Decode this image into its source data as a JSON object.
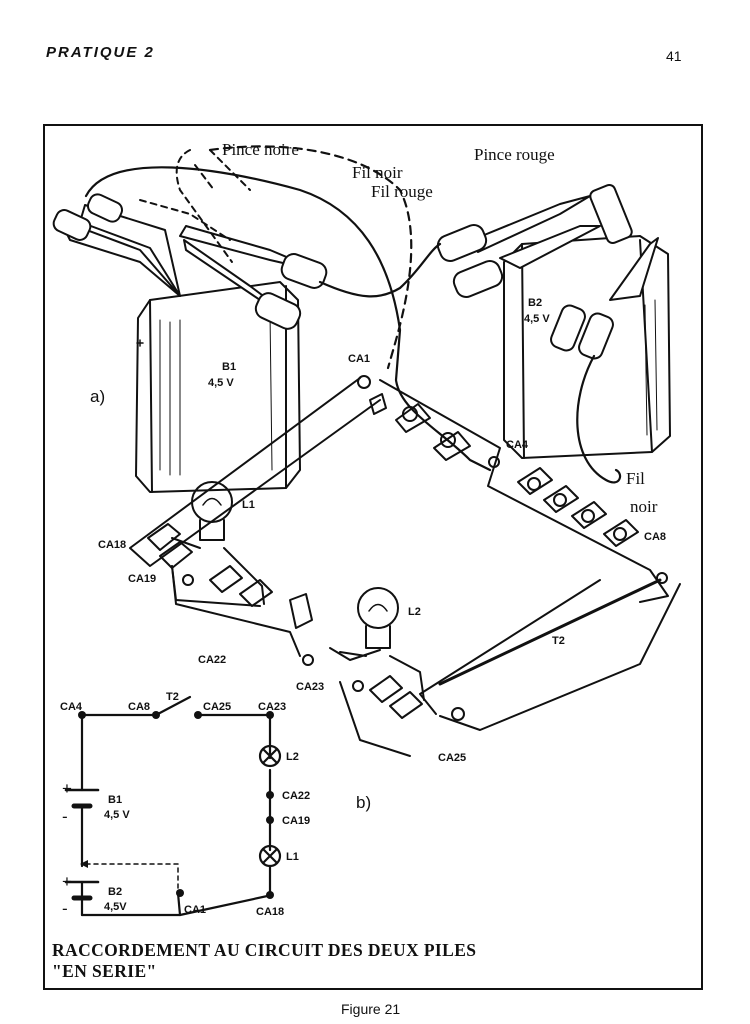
{
  "header": {
    "section": "PRATIQUE 2",
    "page_number": "41"
  },
  "figure_a": {
    "panel_label": "a)",
    "clip_black": "Pince noire",
    "wire_black_top": "Fil noir",
    "wire_red": "Fil rouge",
    "clip_red": "Pince rouge",
    "wire_black_right_1": "Fil",
    "wire_black_right_2": "noir",
    "battery_b1_name": "B1",
    "battery_b1_voltage": "4,5 V",
    "battery_b2_name": "B2",
    "battery_b2_voltage": "4,5 V",
    "terminals": {
      "ca1": "CA1",
      "ca4": "CA4",
      "ca8": "CA8",
      "ca18": "CA18",
      "ca19": "CA19",
      "ca22": "CA22",
      "ca23": "CA23",
      "ca25": "CA25"
    },
    "lamp_l1": "L1",
    "lamp_l2": "L2",
    "switch_t2": "T2"
  },
  "figure_b": {
    "panel_label": "b)",
    "ca4": "CA4",
    "ca8": "CA8",
    "t2": "T2",
    "ca25": "CA25",
    "ca23": "CA23",
    "l2": "L2",
    "ca22": "CA22",
    "ca19": "CA19",
    "l1": "L1",
    "ca18": "CA18",
    "ca1": "CA1",
    "b1_name": "B1",
    "b1_voltage": "4,5 V",
    "b2_name": "B2",
    "b2_voltage": "4,5V",
    "plus": "+",
    "minus": "-"
  },
  "caption": {
    "line1": "RACCORDEMENT AU CIRCUIT DES DEUX PILES",
    "line2": "\"EN SERIE\""
  },
  "figure_number": "Figure 21"
}
